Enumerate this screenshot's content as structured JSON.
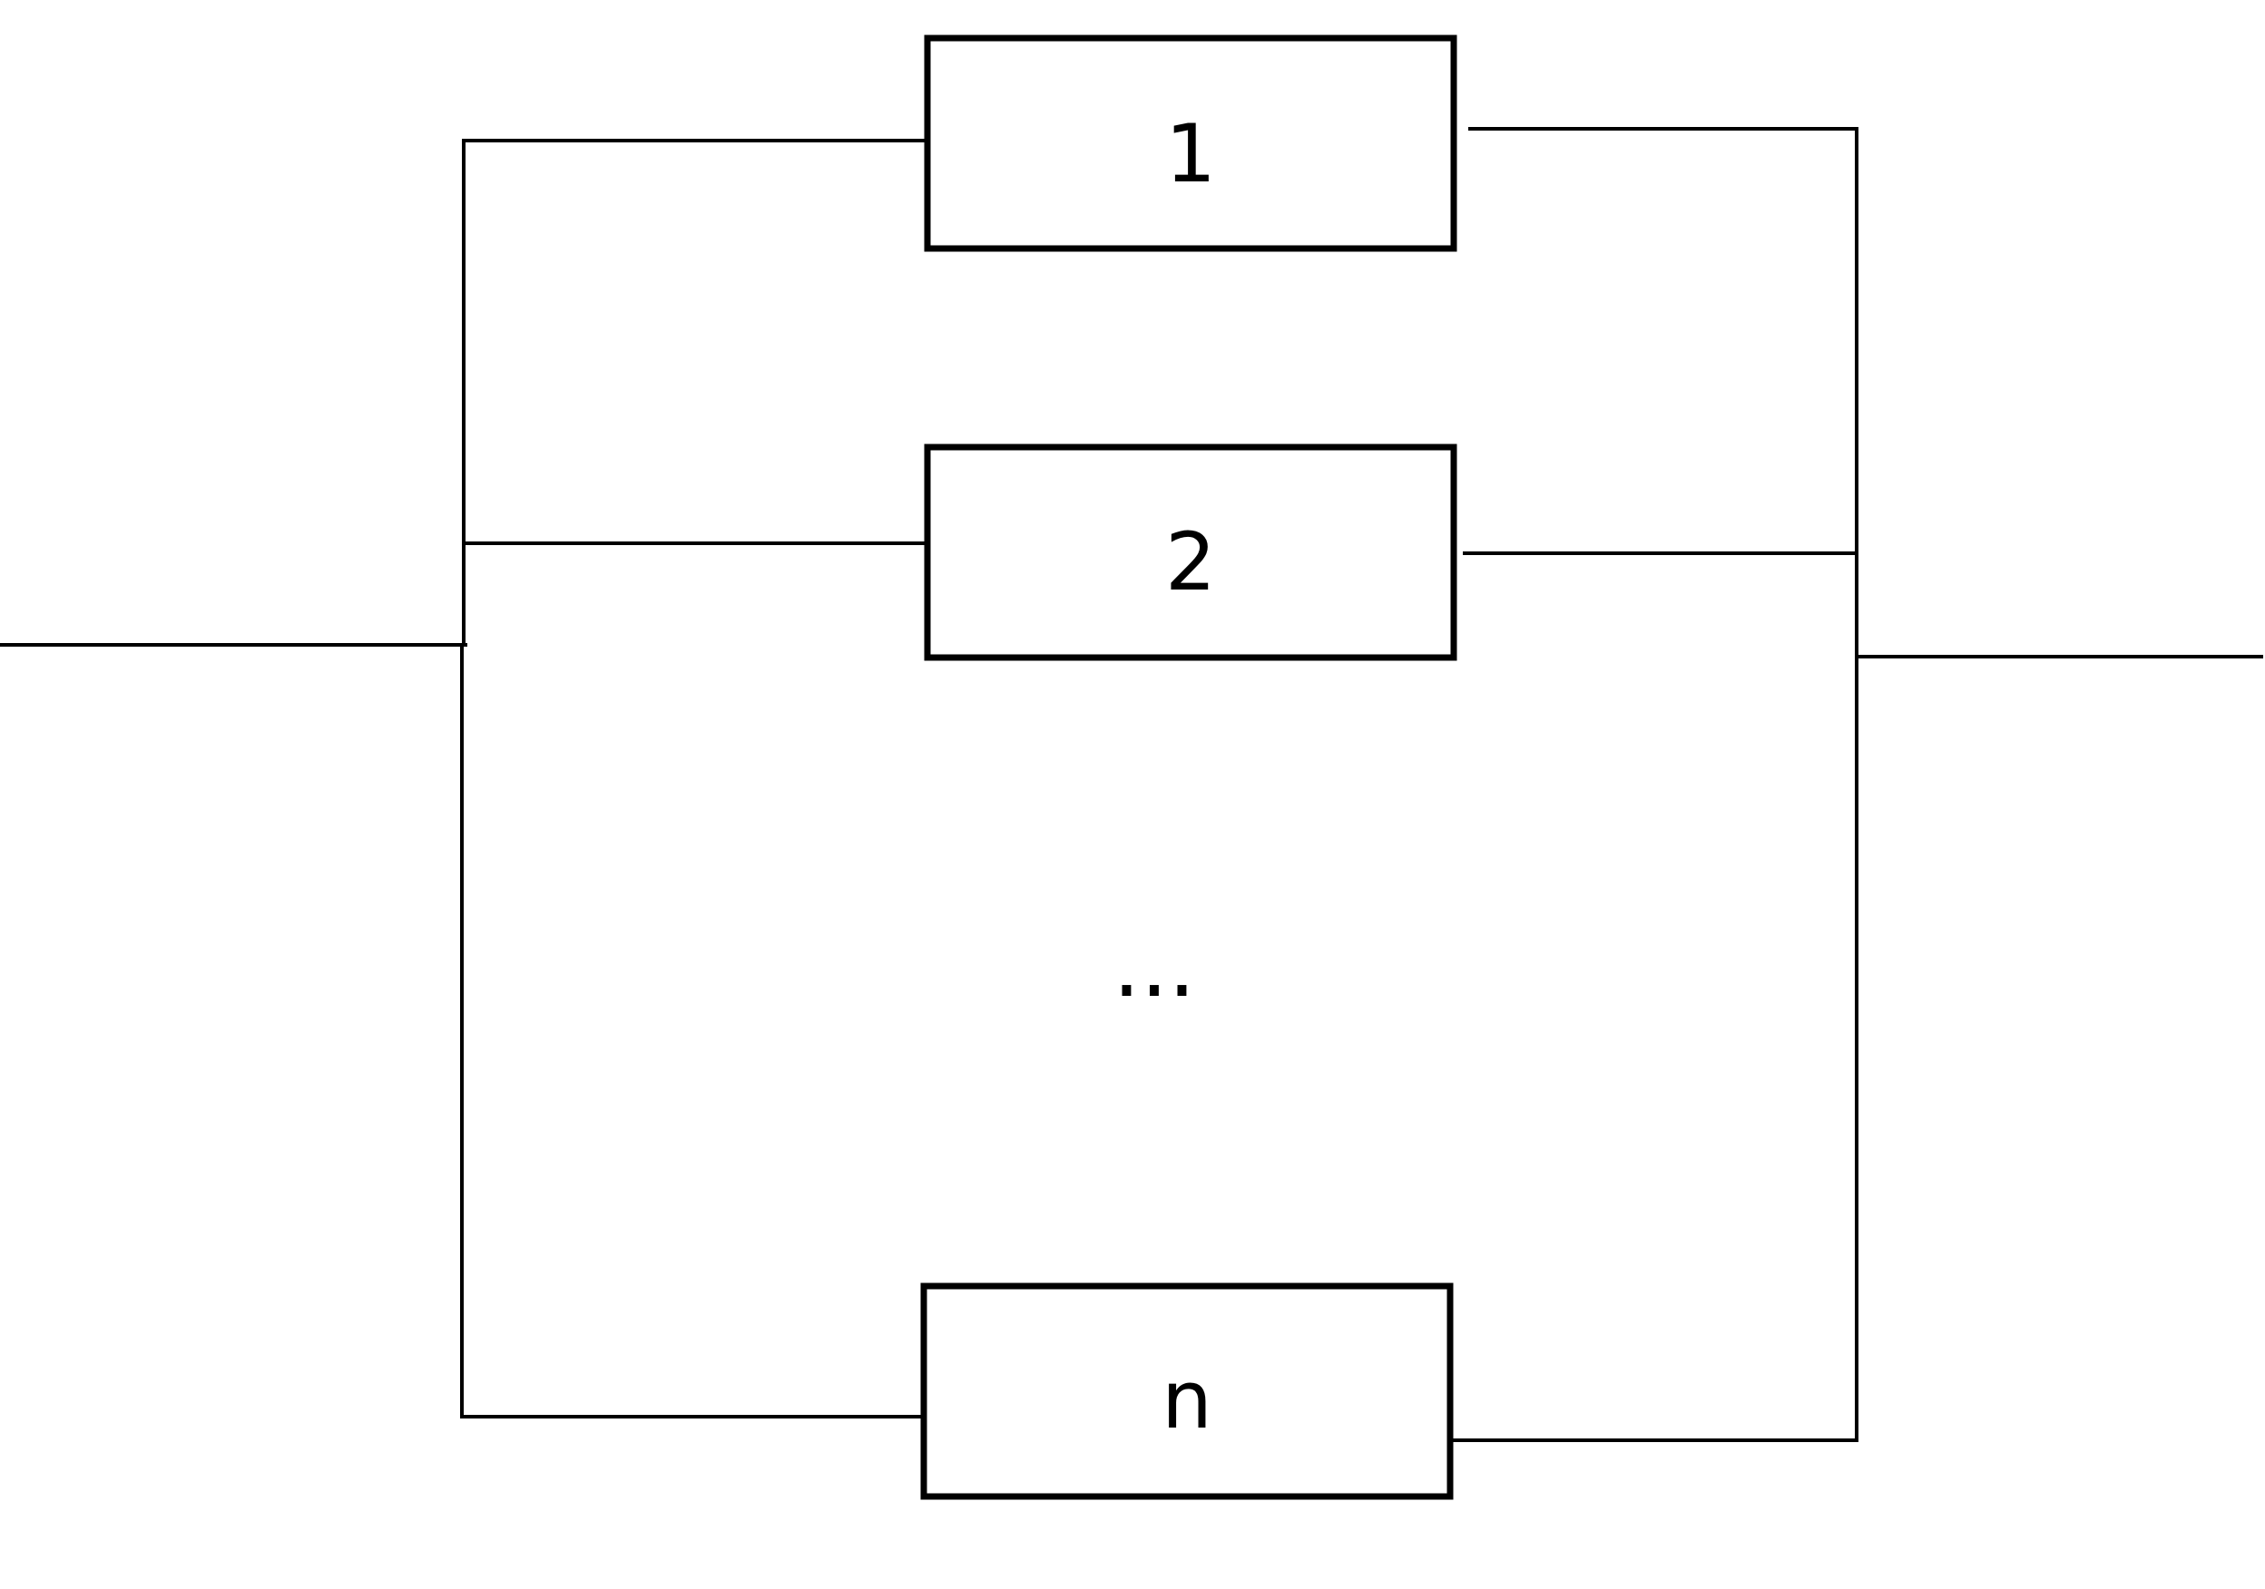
{
  "diagram": {
    "components": [
      {
        "label": "1"
      },
      {
        "label": "2"
      },
      {
        "label": "n"
      }
    ],
    "ellipsis": "...",
    "line_color": "#000000",
    "background": "#ffffff"
  }
}
